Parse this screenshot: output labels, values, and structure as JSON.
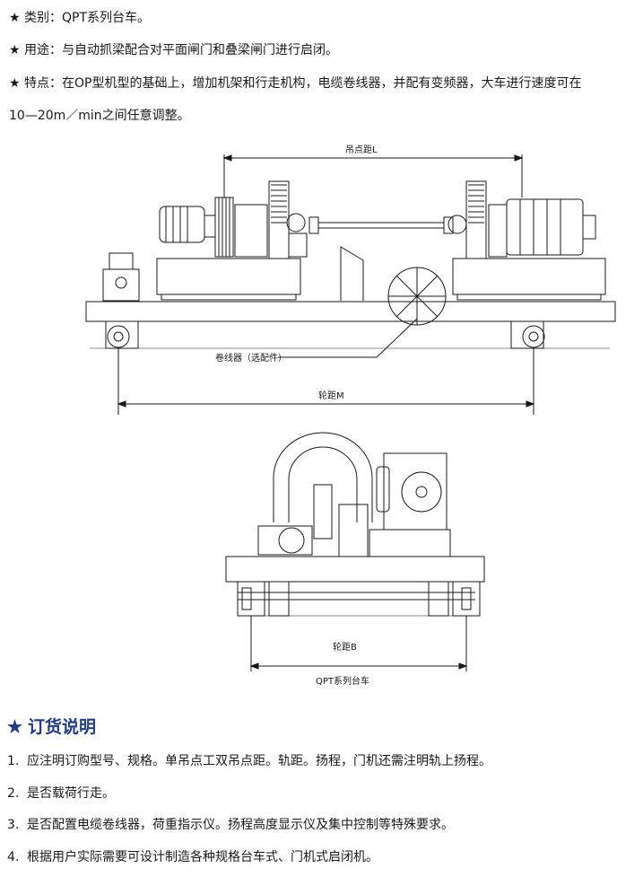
{
  "spec": {
    "category": "★ 类别：QPT系列台车。",
    "usage": "★ 用途：与自动抓梁配合对平面闸门和叠梁闸门进行启闭。",
    "feature_line1": "★ 特点：在OP型机型的基础上，增加机架和行走机构，电缆卷线器，并配有变频器，大车进行速度可在",
    "feature_line2": "10—20m／min之间任意调整。"
  },
  "drawing": {
    "lifting_distance_label": "吊点距L",
    "cable_reel_label": "卷线器（选配件）",
    "wheelbase_m_label": "轮距M",
    "wheelbase_b_label": "轮距B",
    "caption": "QPT系列台车"
  },
  "order": {
    "heading": "订货说明",
    "items": [
      {
        "num": "1.",
        "text": "应注明订购型号、规格。单吊点工双吊点距。轨距。扬程，门机还需注明轨上扬程。"
      },
      {
        "num": "2.",
        "text": "是否载荷行走。"
      },
      {
        "num": "3.",
        "text": "是否配置电缆卷线器，荷重指示仪。扬程高度显示仪及集中控制等特殊要求。"
      },
      {
        "num": "4.",
        "text": "根据用户实际需要可设计制造各种规格台车式、门机式启闭机。"
      }
    ]
  }
}
